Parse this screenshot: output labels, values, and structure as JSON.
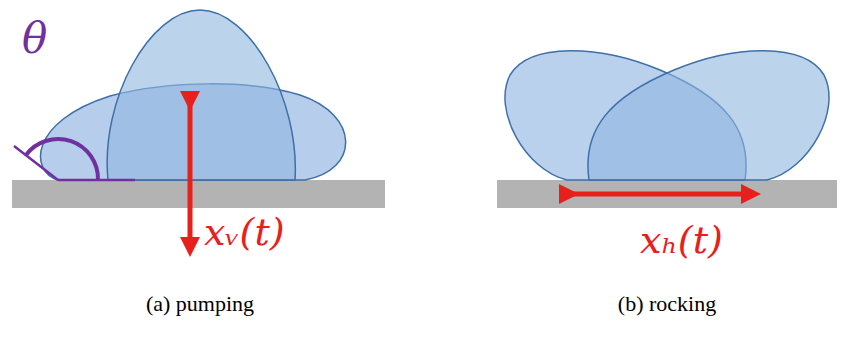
{
  "diagram": {
    "labels": [
      "θ",
      "xᵥ(t)",
      "xₕ(t)",
      "(a) pumping",
      "(b) rocking"
    ]
  }
}
